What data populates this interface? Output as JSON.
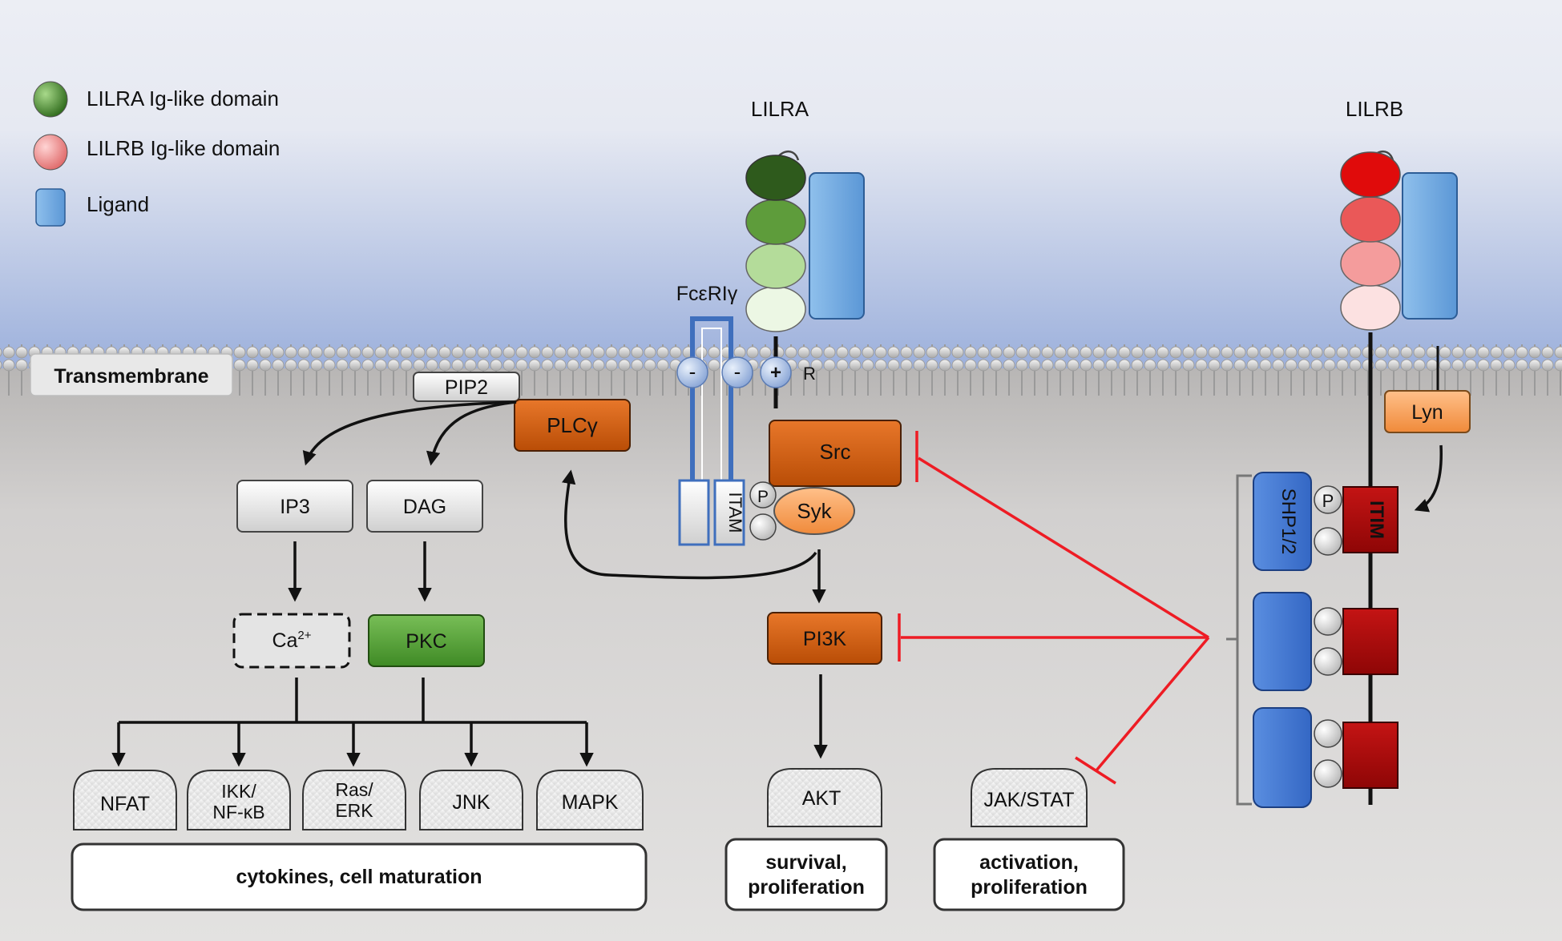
{
  "legend": {
    "lilra_domain": "LILRA Ig-like domain",
    "lilrb_domain": "LILRB Ig-like domain",
    "ligand": "Ligand"
  },
  "membrane": {
    "label": "Transmembrane"
  },
  "receptors": {
    "lilra": "LILRA",
    "lilrb": "LILRB",
    "fceri": "FcεRIγ",
    "charge_minus": "-",
    "charge_plus": "+",
    "residue": "R",
    "itam": "ITAM",
    "itim": "ITIM",
    "phospho": "P"
  },
  "nodes": {
    "pip2": "PIP2",
    "plcg": "PLCγ",
    "ip3": "IP3",
    "dag": "DAG",
    "ca": "Ca",
    "ca_sup": "2+",
    "pkc": "PKC",
    "src": "Src",
    "syk": "Syk",
    "pi3k": "PI3K",
    "lyn": "Lyn",
    "shp": "SHP1/2",
    "akt": "AKT",
    "jakstat": "JAK/STAT"
  },
  "targets": {
    "nfat": "NFAT",
    "ikk_line1": "IKK/",
    "ikk_line2": "NF-κB",
    "ras_line1": "Ras/",
    "ras_line2": "ERK",
    "jnk": "JNK",
    "mapk": "MAPK"
  },
  "outcomes": {
    "cytokines": "cytokines, cell maturation",
    "survival_line1": "survival,",
    "survival_line2": "proliferation",
    "activation_line1": "activation,",
    "activation_line2": "proliferation"
  },
  "colors": {
    "orange": "#d3600f",
    "green_node": "#5aa33c",
    "ligand_blue": "#6fa8dc",
    "shp_blue": "#4a7fd4",
    "itim_red": "#b30d0d",
    "inhibit_red": "#ee1c24"
  }
}
